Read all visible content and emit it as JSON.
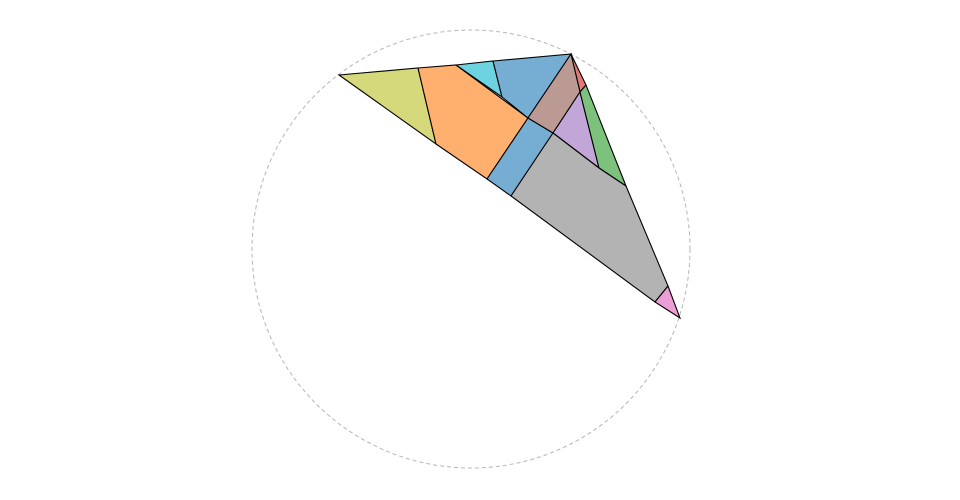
{
  "diagram": {
    "pieces": [
      {
        "name": "yellow-triangle-piece",
        "color": "#d6d97b"
      },
      {
        "name": "orange-pentagon-piece",
        "color": "#ffb06e"
      },
      {
        "name": "cyan-triangle-piece",
        "color": "#6ed3e0"
      },
      {
        "name": "blue-quadrilateral-piece",
        "color": "#76aed3"
      },
      {
        "name": "blue-parallelogram-piece",
        "color": "#76aed3"
      },
      {
        "name": "red-sliver-piece",
        "color": "#e07a7a"
      },
      {
        "name": "brown-quadrilateral-piece",
        "color": "#bb9a94"
      },
      {
        "name": "purple-triangle-piece",
        "color": "#c2a6d8"
      },
      {
        "name": "green-sliver-piece",
        "color": "#7cc27c"
      },
      {
        "name": "gray-quadrilateral-piece",
        "color": "#b3b3b3"
      },
      {
        "name": "pink-triangle-piece",
        "color": "#ec9ed6"
      }
    ]
  }
}
